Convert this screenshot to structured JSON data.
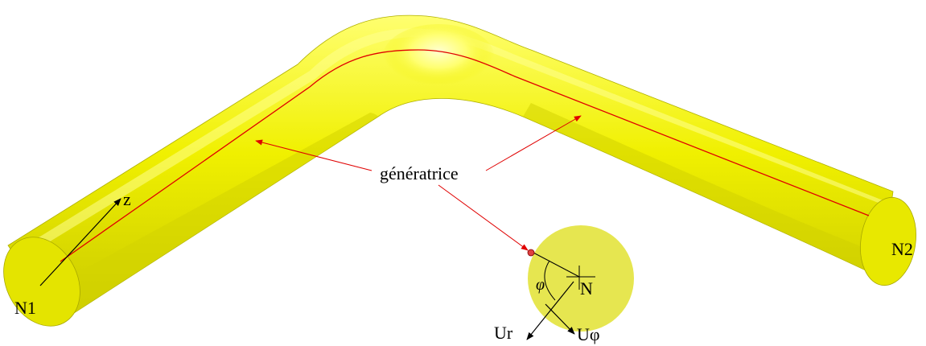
{
  "labels": {
    "generatrix": "génératrice",
    "start_node": "N1",
    "end_node": "N2",
    "axis_z": "z",
    "section_node": "N",
    "angle": "φ",
    "radial_vector": "Ur",
    "tangential_vector": "Uφ"
  },
  "colors": {
    "pipe_fill": "#f0f000",
    "pipe_shade": "#c8c800",
    "pipe_highlight": "#ffffa8",
    "end_cap": "#e2e200",
    "section_fill": "#e6e650",
    "generatrix_line": "#e00000",
    "arrows_black": "#000000"
  }
}
